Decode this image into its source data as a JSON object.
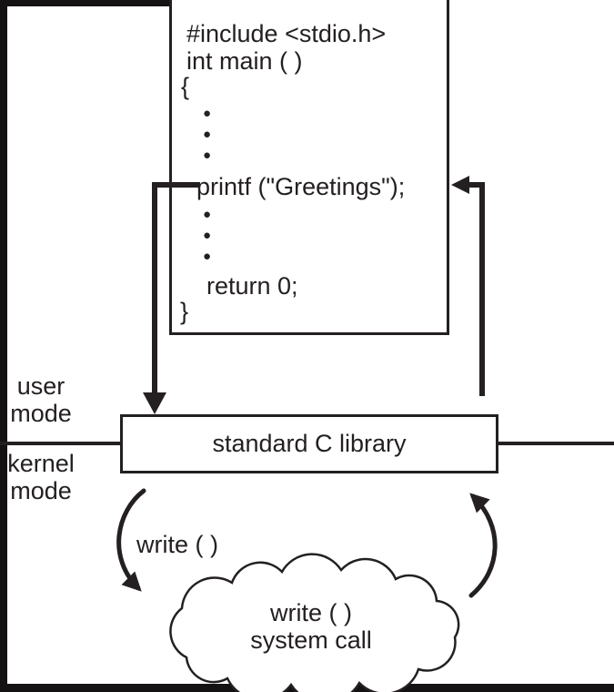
{
  "figure": {
    "description": "user program calling printf which invokes the write() system call via the standard C library"
  },
  "code_box": {
    "lines": {
      "include": "#include <stdio.h>",
      "main": "int main ( )",
      "open_brace": "{",
      "printf": "printf (\"Greetings\");",
      "return": "return 0;",
      "close_brace": "}"
    },
    "ellipsis_dot": "●"
  },
  "labels": {
    "user_mode": "user mode",
    "kernel_mode": "kernel mode",
    "library_box": "standard C library",
    "write_call": "write ( )"
  },
  "cloud": {
    "line1": "write ( )",
    "line2": "system call"
  },
  "colors": {
    "ink": "#242021",
    "frame": "#151213",
    "background": "#ffffff"
  }
}
